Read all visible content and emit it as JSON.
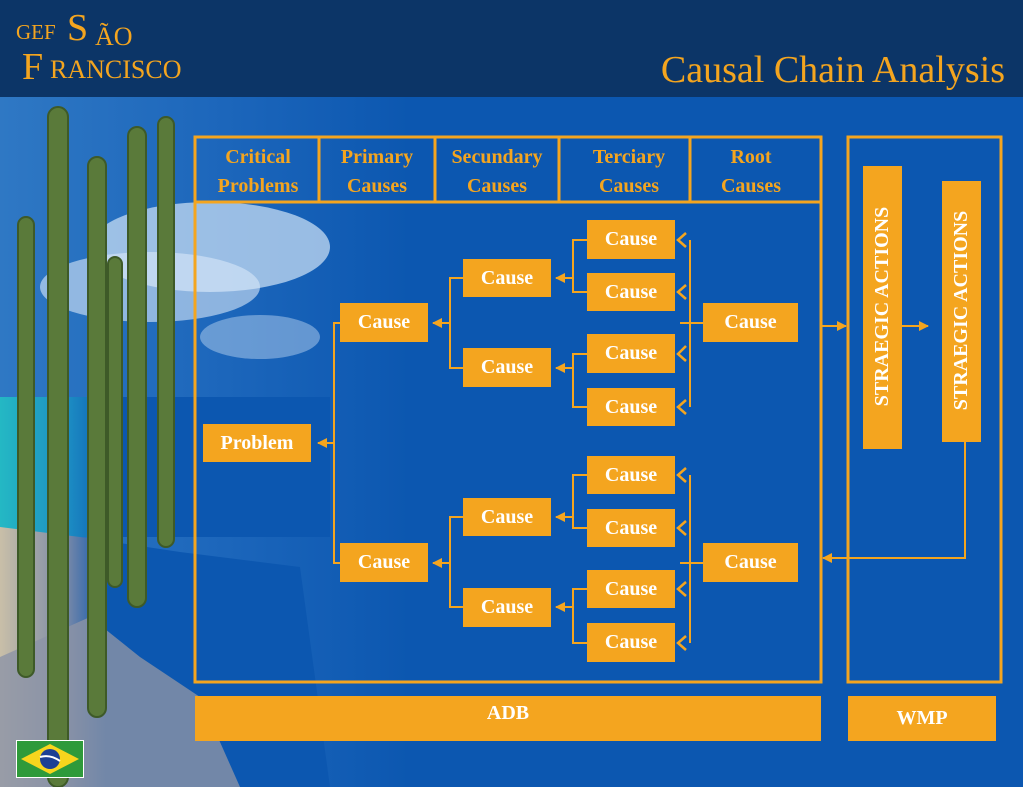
{
  "header": {
    "logo_gef": "GEF",
    "logo_s": "S",
    "logo_ao": "ÃO",
    "logo_f": "F",
    "logo_rancisco": "RANCISCO",
    "title": "Causal Chain Analysis"
  },
  "columns": [
    {
      "line1": "Critical",
      "line2": "Problems"
    },
    {
      "line1": "Primary",
      "line2": "Causes"
    },
    {
      "line1": "Secundary",
      "line2": "Causes"
    },
    {
      "line1": "Terciary",
      "line2": "Causes"
    },
    {
      "line1": "Root",
      "line2": "Causes"
    }
  ],
  "problem_label": "Problem",
  "primary_causes": [
    "Cause",
    "Cause"
  ],
  "secondary_causes": [
    "Cause",
    "Cause",
    "Cause",
    "Cause"
  ],
  "terciary_causes": [
    "Cause",
    "Cause",
    "Cause",
    "Cause",
    "Cause",
    "Cause",
    "Cause",
    "Cause"
  ],
  "root_causes": [
    "Cause",
    "Cause"
  ],
  "actions": [
    "STRAEGIC ACTIONS",
    "STRAEGIC ACTIONS"
  ],
  "bottom": {
    "left": "ADB",
    "right": "WMP"
  },
  "colors": {
    "accent": "#f4a51f",
    "background": "#0c57b0",
    "header": "#0c3567"
  },
  "flag_icon": "brazil-flag-icon"
}
